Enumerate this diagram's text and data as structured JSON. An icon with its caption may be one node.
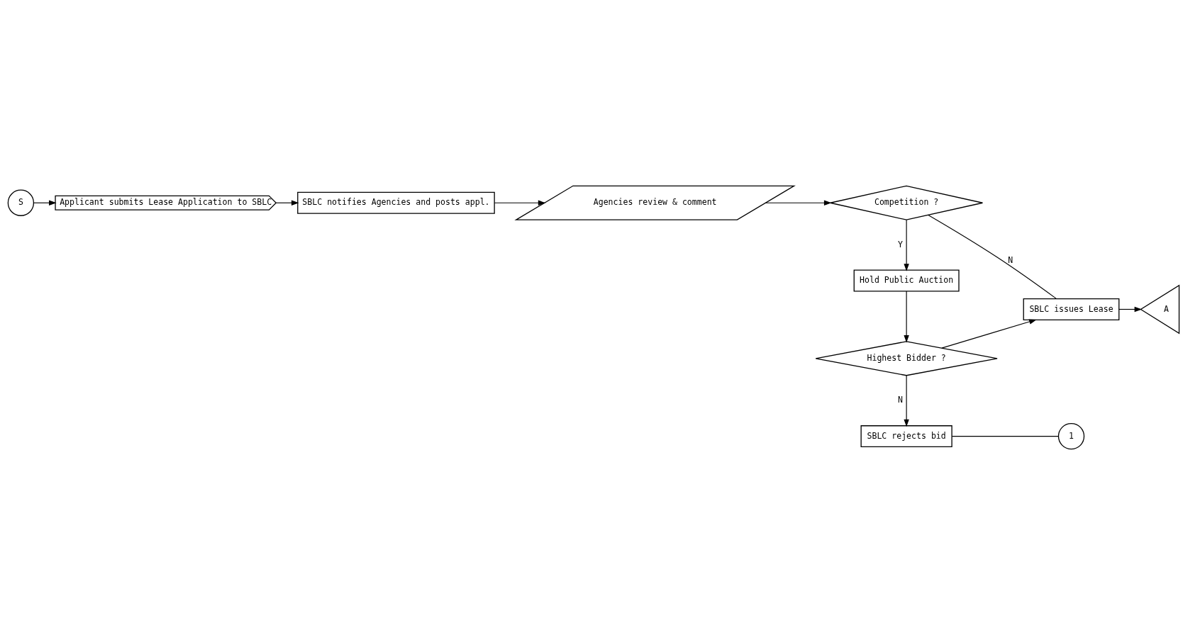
{
  "diagram": {
    "nodes": [
      {
        "text": [
          "S"
        ]
      },
      {
        "text": [
          "Applicant submits Lease Application to SBLC"
        ]
      },
      {
        "text": [
          "SBLC notifies Agencies and posts appl."
        ]
      },
      {
        "text": [
          "Agencies review & comment"
        ]
      },
      {
        "text": [
          "Competition ?"
        ]
      },
      {
        "text": [
          "SBLC issues Lease"
        ]
      },
      {
        "text": [
          "A"
        ]
      },
      {
        "text": [
          "Hold Public Auction"
        ]
      },
      {
        "text": [
          "Highest Bidder ?"
        ]
      },
      {
        "text": [
          "SBLC rejects bid"
        ]
      },
      {
        "text": [
          "1"
        ]
      }
    ],
    "edges": [
      {
        "from": 0,
        "to": 1,
        "arrow": "to"
      },
      {
        "from": 1,
        "to": 2,
        "arrow": "to"
      },
      {
        "from": 2,
        "to": 3,
        "arrow": "to"
      },
      {
        "from": 3,
        "to": 4,
        "arrow": "to"
      },
      {
        "from": 4,
        "to": 5,
        "arrow": "none",
        "label": "N"
      },
      {
        "from": 5,
        "to": 6,
        "arrow": "to"
      },
      {
        "from": 4,
        "to": 7,
        "arrow": "to",
        "label": "Y"
      },
      {
        "from": 7,
        "to": 8,
        "arrow": "to"
      },
      {
        "from": 8,
        "to": 5,
        "arrow": "to"
      },
      {
        "from": 8,
        "to": 9,
        "arrow": "to",
        "label": "N"
      },
      {
        "from": 9,
        "to": 10,
        "arrow": "none"
      }
    ]
  }
}
